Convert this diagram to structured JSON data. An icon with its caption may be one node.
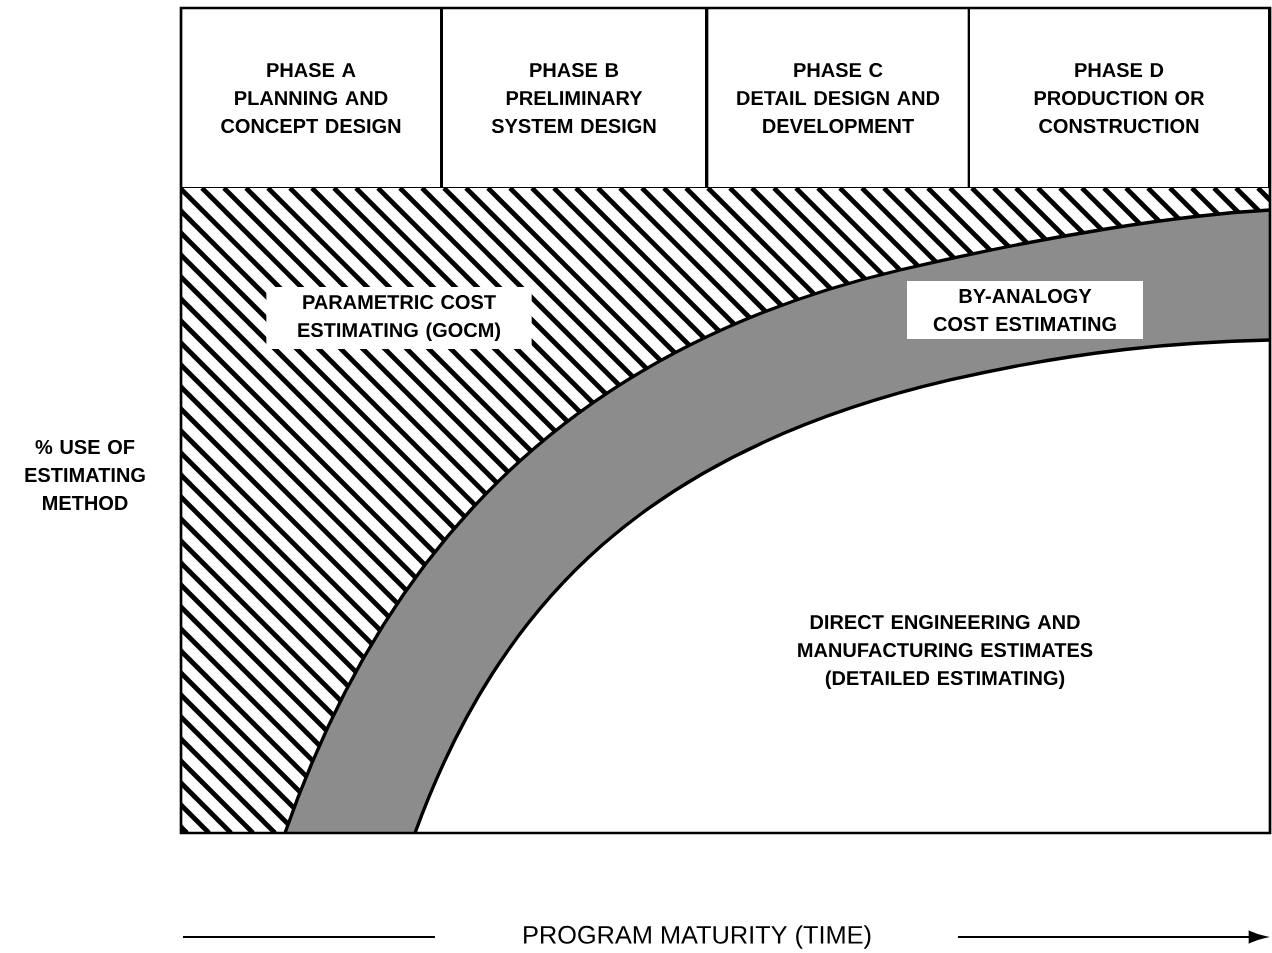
{
  "diagram": {
    "nodes": [
      {
        "text": [
          "PHASE A",
          "PLANNING AND CONCEPT DESIGN"
        ]
      },
      {
        "text": [
          "PHASE B",
          "PRELIMINARY SYSTEM DESIGN"
        ]
      },
      {
        "text": [
          "PHASE C",
          "DETAIL DESIGN AND DEVELOPMENT"
        ]
      },
      {
        "text": [
          "PHASE D",
          "PRODUCTION OR CONSTRUCTION"
        ]
      },
      {
        "text": [
          "PARAMETRIC COST ESTIMATING (GOCM)"
        ]
      },
      {
        "text": [
          "BY-ANALOGY COST ESTIMATING"
        ]
      },
      {
        "text": [
          "DIRECT ENGINEERING AND MANUFACTURING ESTIMATES (DETAILED ESTIMATING)"
        ]
      }
    ],
    "edges": [],
    "labels": [
      "% USE OF ESTIMATING METHOD",
      "PROGRAM MATURITY (TIME)"
    ]
  }
}
